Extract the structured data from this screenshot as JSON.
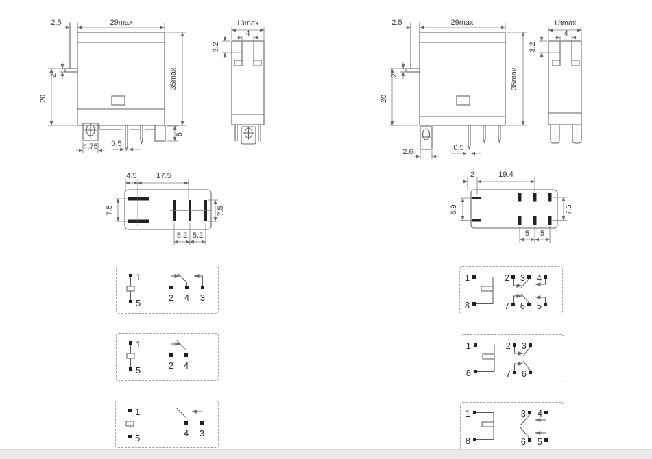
{
  "page": {
    "background": "#ffffff",
    "line_color": "#636363",
    "pad_color": "#222222",
    "footer_bar_color": "#e9e9e9"
  },
  "outline_front_left": {
    "offset_2_5": "2.5",
    "width": "29max",
    "clip": "2",
    "height_20": "20",
    "height": "35max",
    "bracket": "4.75",
    "pin_width": "0.5",
    "pin_len": "5"
  },
  "outline_side_left": {
    "width": "13max",
    "slot": "4",
    "depth": "3.2"
  },
  "outline_front_right": {
    "offset_2_5": "2.5",
    "width": "29max",
    "clip": "2",
    "height_20": "20",
    "height": "35max",
    "tab": "2.6",
    "pin_width": "0.5"
  },
  "outline_side_right": {
    "width": "13max",
    "slot": "4",
    "depth": "3.2"
  },
  "footprint_left": {
    "lead_offset": "4.5",
    "span": "17.5",
    "row_left": "7.5",
    "row_right": "7.5",
    "pitch_1": "5.2",
    "pitch_2": "5.2"
  },
  "footprint_right": {
    "lead_offset": "2",
    "span": "19.4",
    "row_left": "8.9",
    "row_right": "7.5",
    "pitch_1": "5",
    "pitch_2": "5"
  },
  "schematics": {
    "spdt": {
      "p1": "1",
      "p5": "5",
      "p2": "2",
      "p4": "4",
      "p3": "3"
    },
    "spst_nc": {
      "p1": "1",
      "p5": "5",
      "p2": "2",
      "p4": "4"
    },
    "spst_no": {
      "p1": "1",
      "p5": "5",
      "p4": "4",
      "p3": "3"
    },
    "dpdt": {
      "p1": "1",
      "p8": "8",
      "p2": "2",
      "p3": "3",
      "p4": "4",
      "p7": "7",
      "p6": "6",
      "p5": "5"
    },
    "dpdt_nc": {
      "p1": "1",
      "p8": "8",
      "p2": "2",
      "p3": "3",
      "p7": "7",
      "p6": "6"
    },
    "dpdt_no": {
      "p1": "1",
      "p8": "8",
      "p3": "3",
      "p4": "4",
      "p6": "6",
      "p5": "5"
    }
  }
}
